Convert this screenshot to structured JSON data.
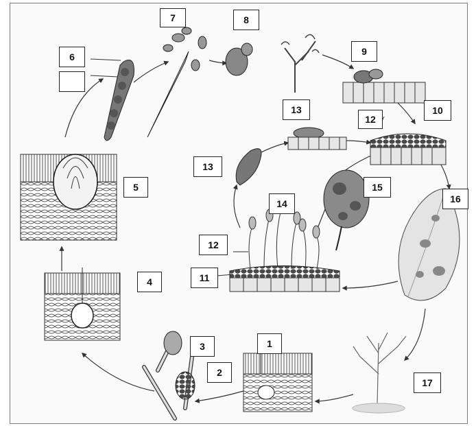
{
  "labels": {
    "n1": "1",
    "n2": "2",
    "n3": "3",
    "n4": "4",
    "n5": "5",
    "n6": "6",
    "n7": "7",
    "n8": "8",
    "n9": "9",
    "n10": "10",
    "n11": "11",
    "n12": "12",
    "n13": "13",
    "n14": "14",
    "n15": "15",
    "n16": "16",
    "n17": "17"
  },
  "blank_box": ""
}
